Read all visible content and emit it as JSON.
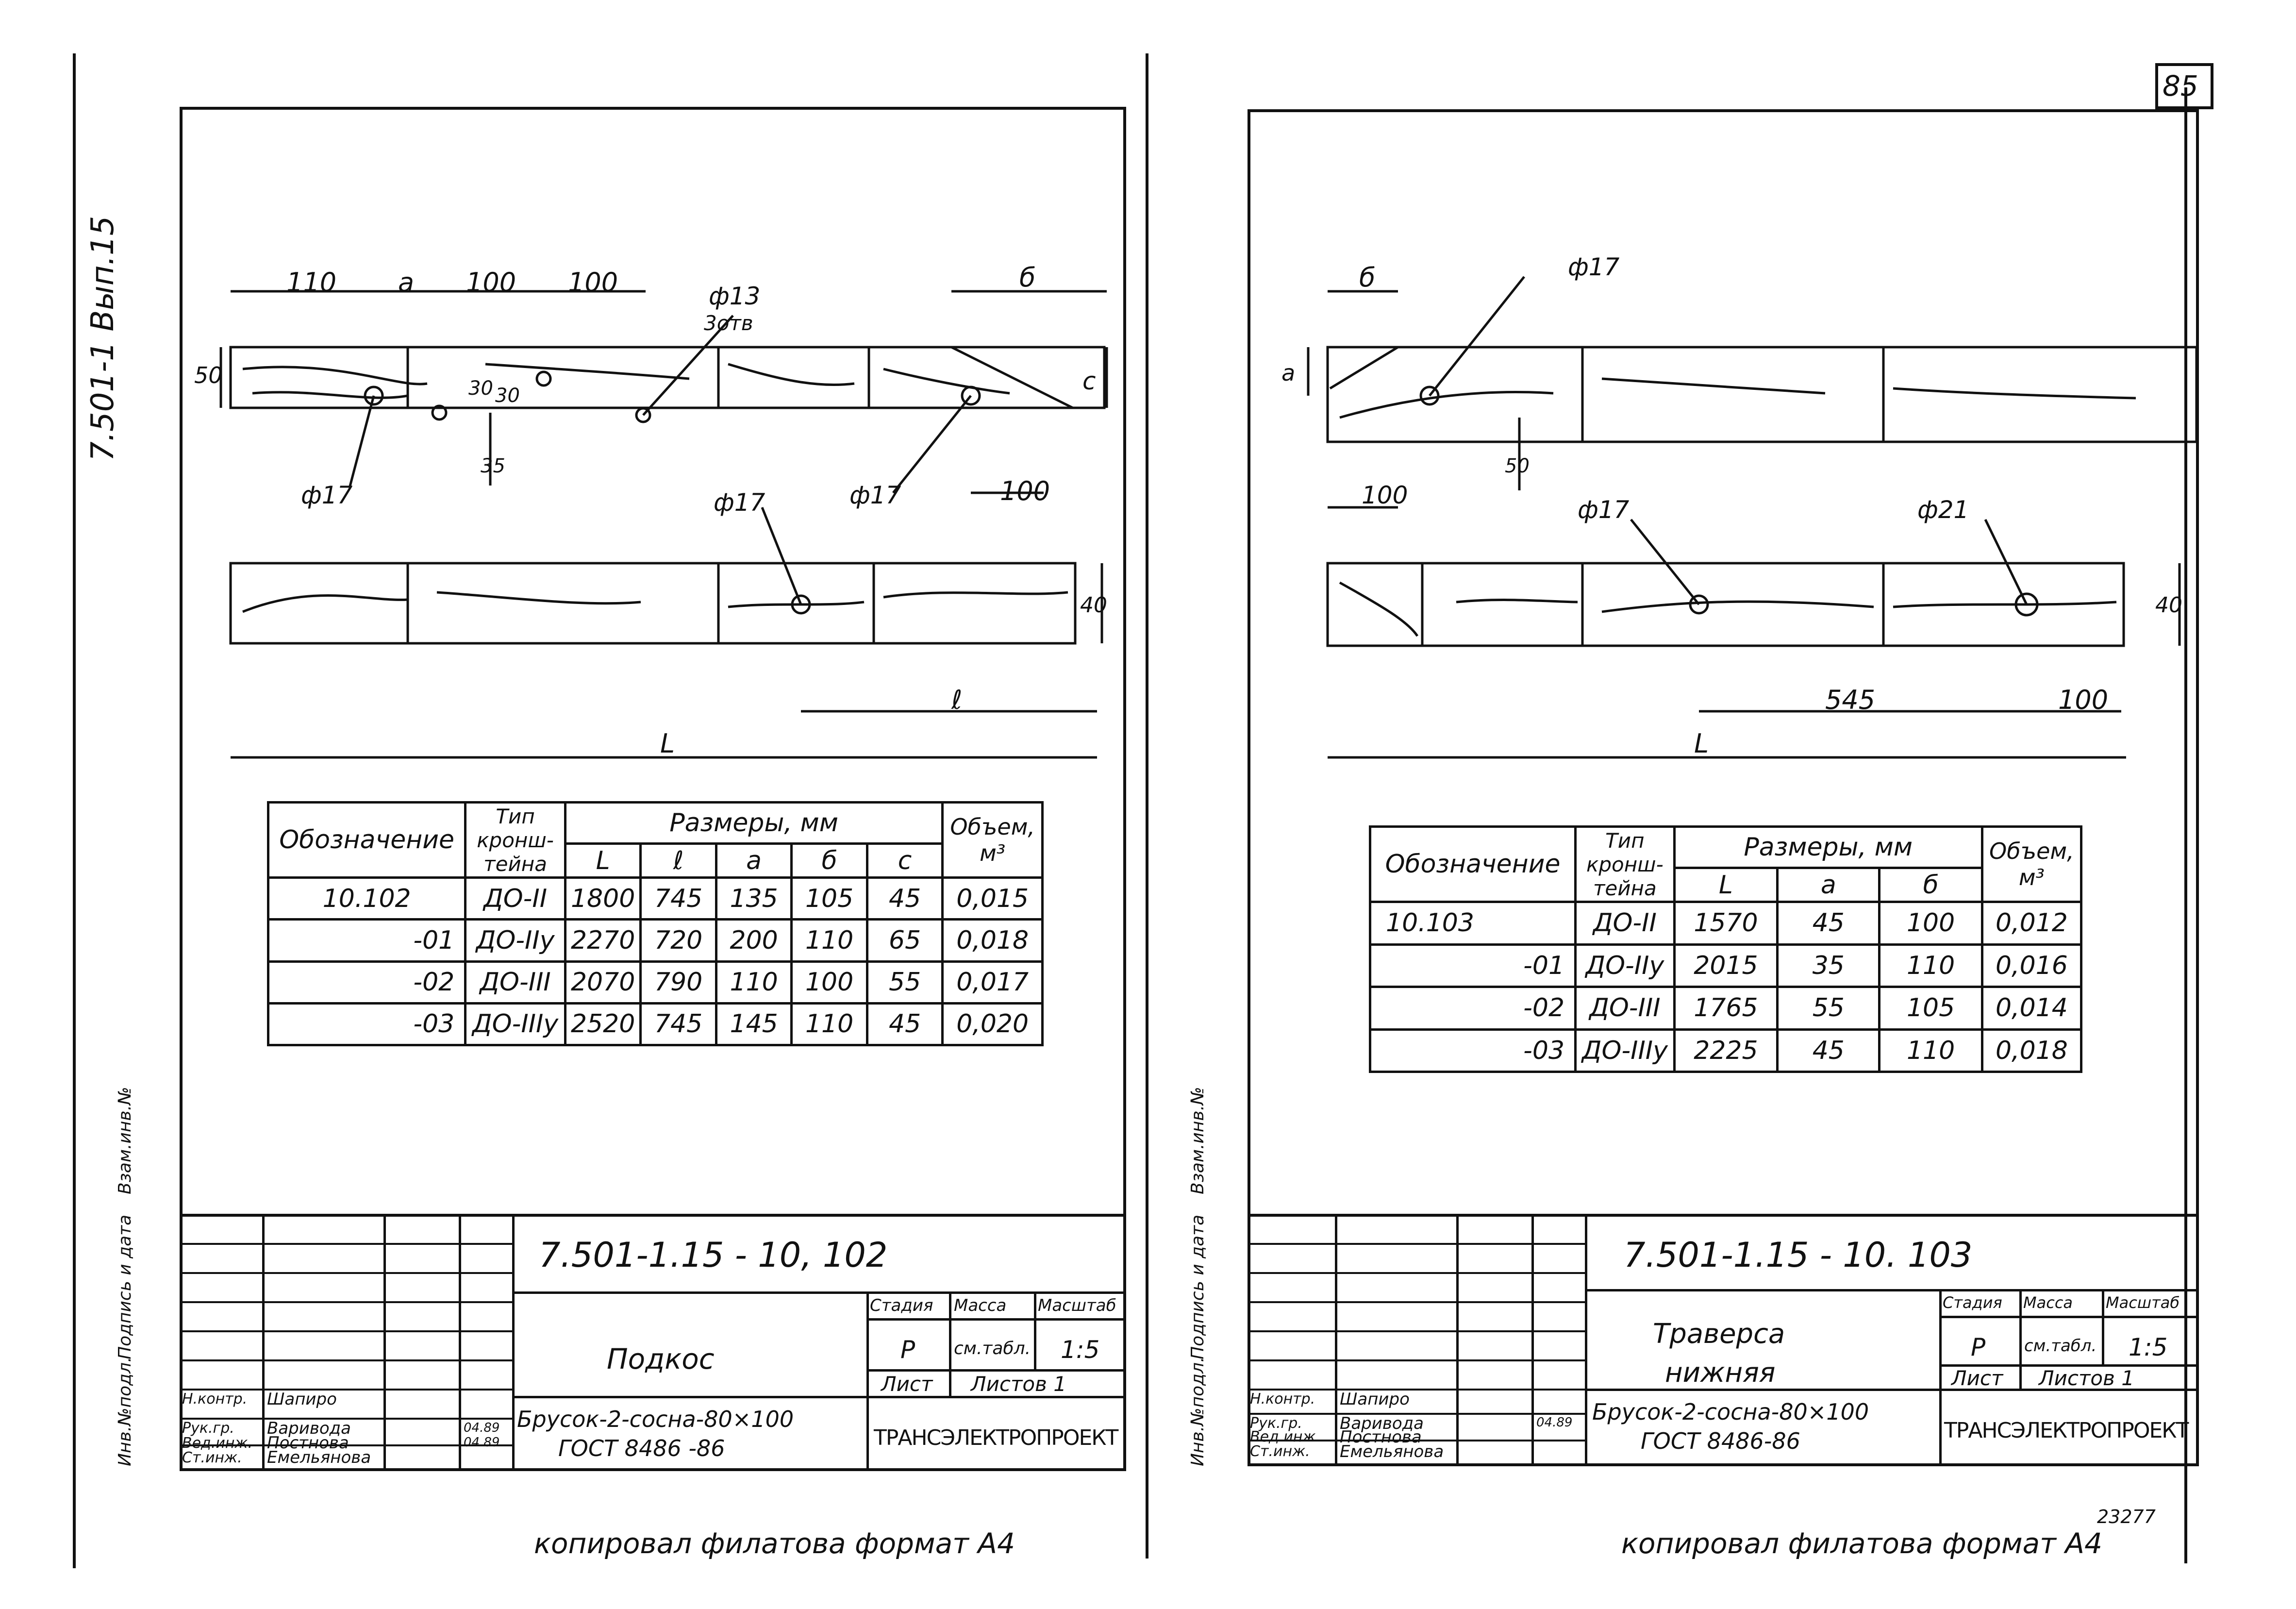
{
  "page_number": "85",
  "left_sheet": {
    "side_label": "7.501-1 Вып.15",
    "dims_top": [
      "110",
      "a",
      "100",
      "100",
      "б"
    ],
    "hole_callouts": [
      "ф13",
      "3отв",
      "ф17",
      "ф17",
      "ф17"
    ],
    "dim_vertical": [
      "50",
      "30",
      "30",
      "35",
      "с",
      "40"
    ],
    "dim_bottom": [
      "100",
      "ℓ",
      "L"
    ],
    "table": {
      "headers": [
        "Обозначение",
        "Тип кронш-тейна",
        "Размеры, мм",
        "Объем, м³"
      ],
      "subheaders": [
        "L",
        "ℓ",
        "a",
        "б",
        "с"
      ],
      "rows": [
        [
          "10.102",
          "ДО-II",
          "1800",
          "745",
          "135",
          "105",
          "45",
          "0,015"
        ],
        [
          "-01",
          "ДО-IIу",
          "2270",
          "720",
          "200",
          "110",
          "65",
          "0,018"
        ],
        [
          "-02",
          "ДО-III",
          "2070",
          "790",
          "110",
          "100",
          "55",
          "0,017"
        ],
        [
          "-03",
          "ДО-IIIу",
          "2520",
          "745",
          "145",
          "110",
          "45",
          "0,020"
        ]
      ]
    },
    "title_block": {
      "code": "7.501-1.15 -   10, 102",
      "name": "Подкос",
      "material": "Брусок-2-сосна-80×100",
      "standard": "ГОСТ 8486 -86",
      "stage_label": "Стадия",
      "mass_label": "Масса",
      "scale_label": "Масштаб",
      "stage": "Р",
      "mass": "см.табл.",
      "scale": "1:5",
      "sheet_label": "Лист",
      "sheets_label": "Листов 1",
      "org": "ТРАНСЭЛЕКТРОПРОЕКТ",
      "roles": [
        "Н.контр.",
        "Рук.гр.",
        "Вед.инж.",
        "Ст.инж."
      ],
      "names": [
        "Шапиро",
        "Варивода",
        "Постнова",
        "Емельянова"
      ],
      "dates": [
        "",
        "04.89",
        "04.89",
        ""
      ],
      "side_stamp": [
        "Инв.№подл.",
        "Подпись и дата",
        "Взам.инв.№"
      ]
    },
    "footer": "копировал филатова формат А4"
  },
  "right_sheet": {
    "dims_top": [
      "б",
      "a",
      "100",
      "50"
    ],
    "hole_callouts": [
      "ф17",
      "ф17",
      "ф21"
    ],
    "dim_vertical": [
      "40"
    ],
    "dim_bottom": [
      "545",
      "100",
      "L"
    ],
    "table": {
      "headers": [
        "Обозначение",
        "Тип кронш-тейна",
        "Размеры, мм",
        "Объем, м³"
      ],
      "subheaders": [
        "L",
        "a",
        "б"
      ],
      "rows": [
        [
          "10.103",
          "ДО-II",
          "1570",
          "45",
          "100",
          "0,012"
        ],
        [
          "-01",
          "ДО-IIу",
          "2015",
          "35",
          "110",
          "0,016"
        ],
        [
          "-02",
          "ДО-III",
          "1765",
          "55",
          "105",
          "0,014"
        ],
        [
          "-03",
          "ДО-IIIу",
          "2225",
          "45",
          "110",
          "0,018"
        ]
      ]
    },
    "title_block": {
      "code": "7.501-1.15 -     10. 103",
      "name_line1": "Траверса",
      "name_line2": "нижняя",
      "material": "Брусок-2-сосна-80×100",
      "standard": "ГОСТ 8486-86",
      "stage_label": "Стадия",
      "mass_label": "Масса",
      "scale_label": "Масштаб",
      "stage": "Р",
      "mass": "см.табл.",
      "scale": "1:5",
      "sheet_label": "Лист",
      "sheets_label": "Листов 1",
      "org": "ТРАНСЭЛЕКТРОПРОЕКТ",
      "roles": [
        "Н.контр.",
        "Рук.гр.",
        "Вед.инж.",
        "Ст.инж."
      ],
      "names": [
        "Шапиро",
        "Варивода",
        "Постнова",
        "Емельянова"
      ],
      "dates": [
        "",
        "04.89",
        "",
        ""
      ],
      "side_stamp": [
        "Инв.№подл.",
        "Подпись и дата",
        "Взам.инв.№"
      ]
    },
    "footer": "копировал филатова формат А4",
    "archive_number": "23277"
  }
}
